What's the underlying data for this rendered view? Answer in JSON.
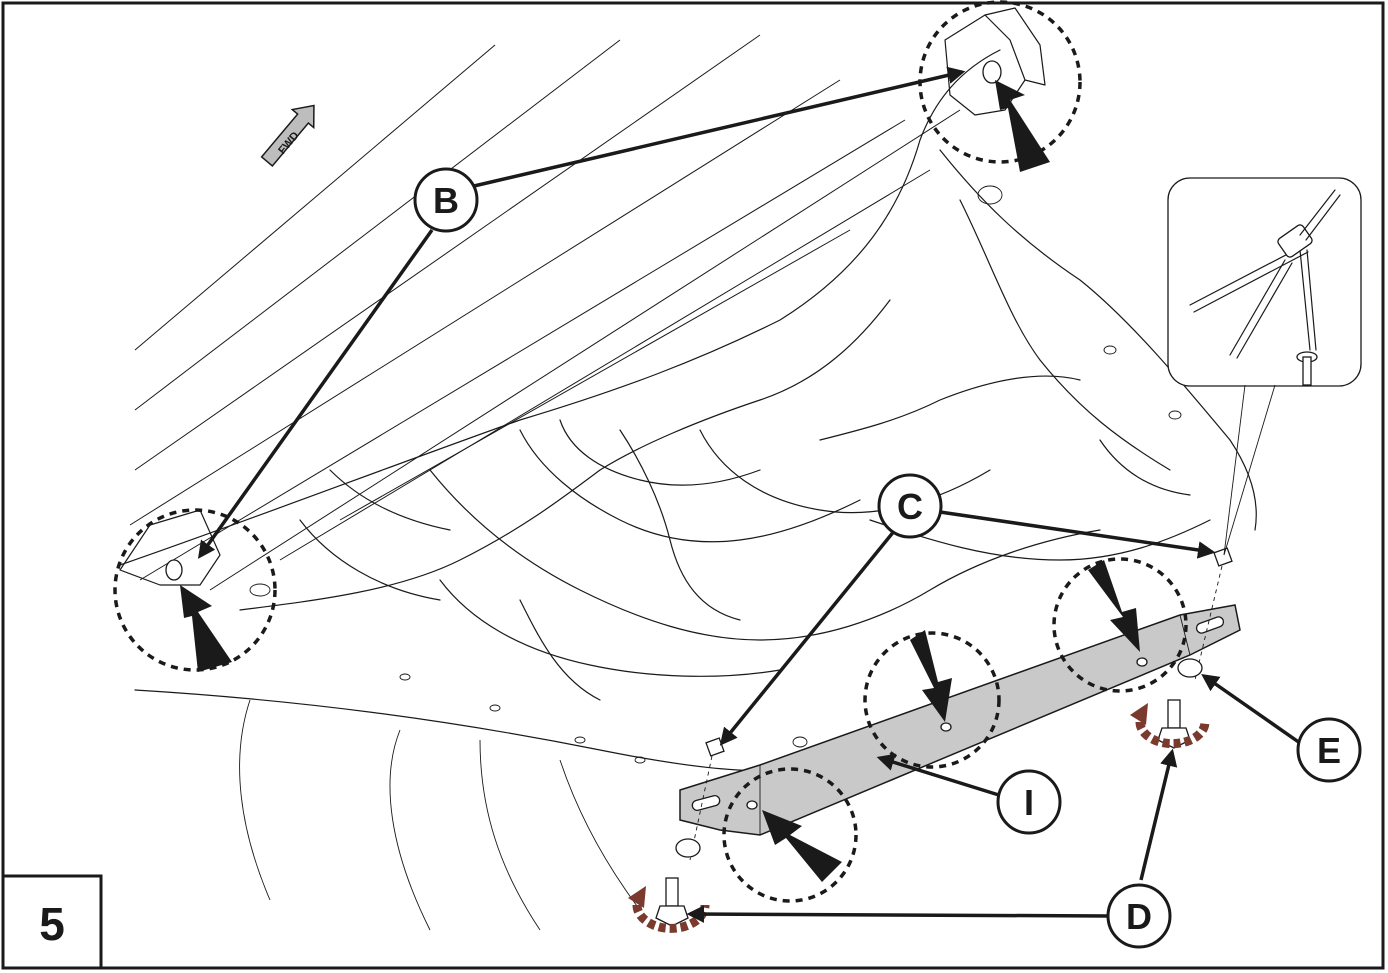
{
  "figure": {
    "step_number": "5",
    "orientation_marker": "FWD",
    "callouts": {
      "b": "B",
      "c": "C",
      "d": "D",
      "e": "E",
      "i": "I"
    }
  },
  "colors": {
    "line": "#1a1a1a",
    "bracket_fill": "#c9c9c9",
    "rotation_arrow": "#7a3a2e",
    "background": "#ffffff"
  },
  "icons": [
    "fwd-arrow-icon",
    "rotation-arrow-icon",
    "rivet-tool-icon",
    "pointer-arrow-icon"
  ]
}
